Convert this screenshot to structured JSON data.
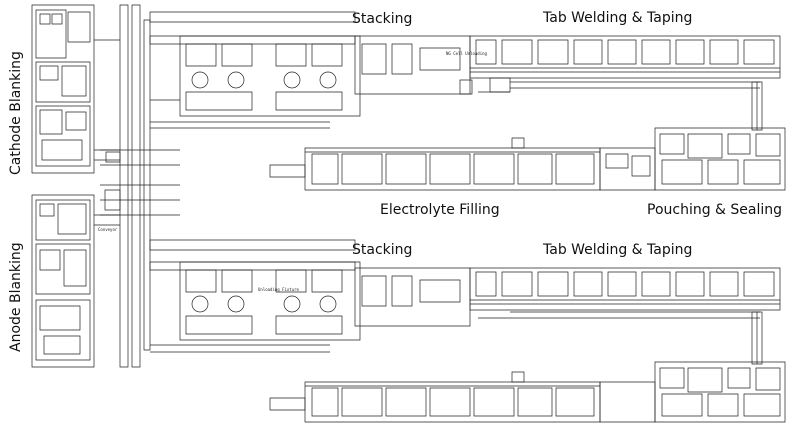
{
  "diagram": {
    "sections": {
      "cathode_blanking": "Cathode Blanking",
      "anode_blanking": "Anode Blanking",
      "stacking_top": "Stacking",
      "stacking_bottom": "Stacking",
      "tab_welding_top": "Tab Welding & Taping",
      "tab_welding_bottom": "Tab Welding & Taping",
      "electrolyte_filling": "Electrolyte Filling",
      "pouching_sealing": "Pouching & Sealing"
    },
    "small_notes": {
      "conveyor": "Conveyor",
      "ng_cell_unloading": "NG Cell Unloading",
      "unloading_fixture": "Unloading Fixture"
    }
  }
}
